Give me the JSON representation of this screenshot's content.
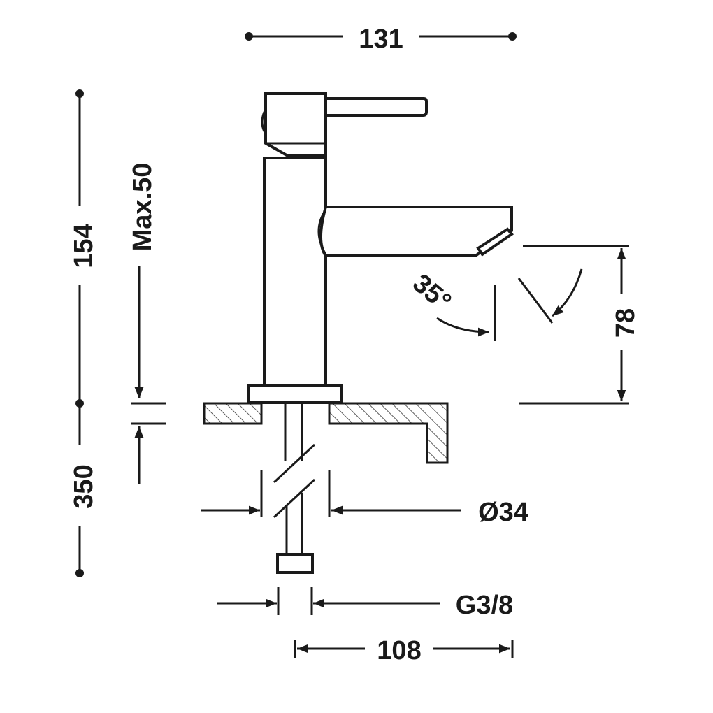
{
  "dimensions": {
    "overall_width": "131",
    "overall_height": "154",
    "max_deck_thickness": "Max.50",
    "spout_height": "78",
    "spout_angle": "35°",
    "hose_length": "350",
    "hole_diameter": "Ø34",
    "connection_thread": "G3/8",
    "spout_reach": "108"
  },
  "colors": {
    "ink": "#1a1a1a",
    "background": "#ffffff"
  }
}
